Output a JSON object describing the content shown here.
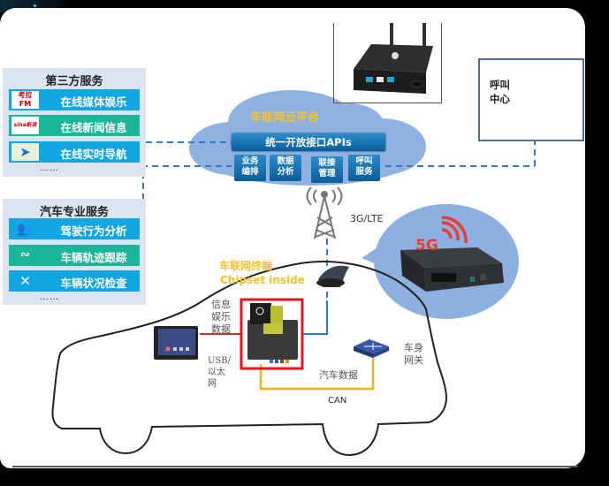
{
  "third_party": {
    "title": "第三方服务",
    "items": [
      {
        "label": "在线媒体娱乐",
        "icon": "fm-radio-logo-icon",
        "icon_text_top": "考拉",
        "icon_text_bottom": "FM",
        "color": "#12a6e2"
      },
      {
        "label": "在线新闻信息",
        "icon": "sina-news-logo-icon",
        "icon_text_top": "sina新浪网",
        "icon_text_bottom": "",
        "color": "#1bb59a"
      },
      {
        "label": "在线实时导航",
        "icon": "navigation-arrow-icon",
        "icon_text_top": "",
        "icon_text_bottom": "",
        "color": "#12a6e2"
      }
    ],
    "more": "……"
  },
  "auto_services": {
    "title": "汽车专业服务",
    "items": [
      {
        "label": "驾驶行为分析",
        "icon": "users-group-icon",
        "color": "#12a6e2"
      },
      {
        "label": "车辆轨迹跟踪",
        "icon": "route-nodes-icon",
        "color": "#1bb59a"
      },
      {
        "label": "车辆状况检查",
        "icon": "wrench-tools-icon",
        "color": "#12a6e2"
      }
    ],
    "more": "……"
  },
  "cloud": {
    "title": "车联网云平台",
    "api_label": "统一开放接口APIs",
    "modules": [
      {
        "line1": "业务",
        "line2": "编排"
      },
      {
        "line1": "数据",
        "line2": "分析"
      },
      {
        "line1": "联接",
        "line2": "管理"
      },
      {
        "line1": "呼叫",
        "line2": "服务"
      }
    ]
  },
  "call_center": {
    "line1": "呼叫",
    "line2": "中心"
  },
  "network": {
    "label": "3G/LTE"
  },
  "bubble": {
    "label": "5G"
  },
  "terminal": {
    "title": "车联网终端",
    "subtitle": "Chipset inside"
  },
  "infotainment": {
    "line1": "信息",
    "line2": "娱乐",
    "line3": "数据"
  },
  "usb": {
    "line1": "USB/",
    "line2": "以太",
    "line3": "网"
  },
  "car_data": {
    "label": "汽车数据"
  },
  "can": {
    "label": "CAN"
  },
  "gateway": {
    "line1": "车身",
    "line2": "网关"
  },
  "colors": {
    "accent_yellow": "#f5c22b",
    "link_blue": "#3a78c2",
    "can_orange": "#f2b21c",
    "chip_red": "#e8141b",
    "cloud": "#8fb2e0"
  }
}
